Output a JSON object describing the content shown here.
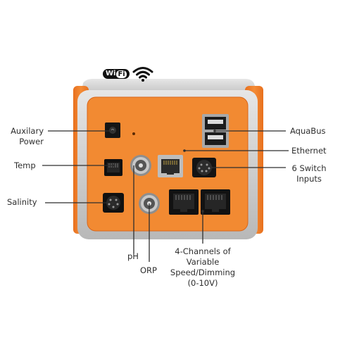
{
  "badge": {
    "wifi_wi": "Wi",
    "wifi_fi": "Fi"
  },
  "labels": {
    "aux_power": [
      "Auxilary",
      "Power"
    ],
    "temp": "Temp",
    "salinity": "Salinity",
    "ph": "pH",
    "orp": "ORP",
    "aquabus": "AquaBus",
    "ethernet": "Ethernet",
    "switch_inputs": [
      "6 Switch",
      "Inputs"
    ],
    "channels": [
      "4-Channels of",
      "Variable",
      "Speed/Dimming",
      "(0-10V)"
    ]
  },
  "colors": {
    "housing_orange": "#ee7b2a",
    "panel_orange": "#f28a32",
    "silver": "#c9c9c9",
    "leader_line": "#2e2e2e",
    "label_text": "#2e2e2e"
  },
  "icons": [
    "wifi-icon",
    "dc-jack-icon",
    "rj-jack-icon",
    "bnc-connector-icon",
    "din-connector-icon",
    "usb-port-icon",
    "ethernet-port-icon"
  ]
}
